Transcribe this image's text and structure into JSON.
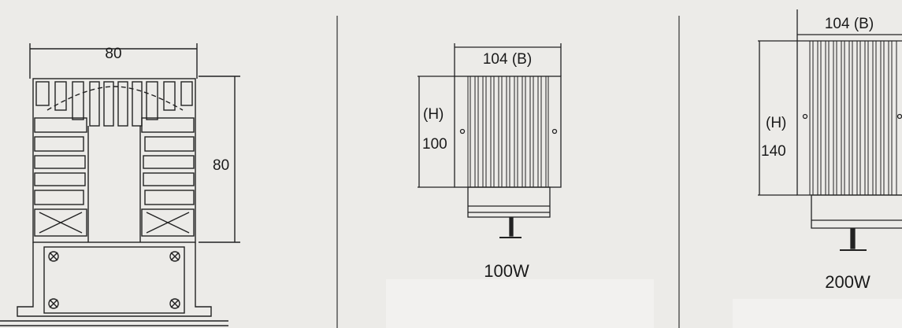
{
  "profile_view": {
    "width_label": "80",
    "height_label": "80"
  },
  "heater_100w": {
    "width_label": "104 (B)",
    "height_letter": "(H)",
    "height_value": "100",
    "wattage": "100W"
  },
  "heater_200w": {
    "width_label": "104 (B)",
    "height_letter": "(H)",
    "height_value": "140",
    "wattage": "200W"
  }
}
